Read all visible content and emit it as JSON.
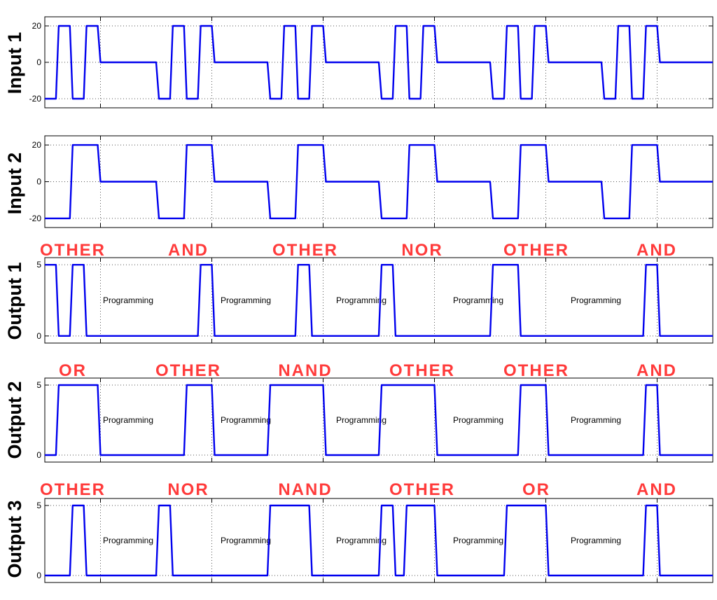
{
  "colors": {
    "trace": "#0000ee",
    "gate_label": "#ff3b3b",
    "grid": "#555555",
    "axes": "#000000"
  },
  "chart_data": [
    {
      "type": "line",
      "ylabel": "Input 1",
      "xlim": [
        0,
        12
      ],
      "ylim": [
        -25,
        25
      ],
      "yticks": [
        -20,
        0,
        20
      ],
      "ytick_labels": [
        "-20",
        "0",
        "20"
      ],
      "grid": true,
      "gate_labels": [],
      "annotations": [],
      "series": [
        {
          "x": [
            0,
            0.2,
            0.25,
            0.45,
            0.5,
            0.7,
            0.75,
            0.95,
            1.0,
            2.0,
            2.05,
            2.25,
            2.3,
            2.5,
            2.55,
            2.75,
            2.8,
            3.0,
            3.05,
            4.0,
            4.05,
            4.25,
            4.3,
            4.5,
            4.55,
            4.75,
            4.8,
            5.0,
            5.05,
            6.0,
            6.05,
            6.25,
            6.3,
            6.5,
            6.55,
            6.75,
            6.8,
            7.0,
            7.05,
            8.0,
            8.05,
            8.25,
            8.3,
            8.5,
            8.55,
            8.75,
            8.8,
            9.0,
            9.05,
            10.0,
            10.05,
            10.25,
            10.3,
            10.5,
            10.55,
            10.75,
            10.8,
            11.0,
            11.05,
            12.0
          ],
          "y": [
            -20,
            -20,
            20,
            20,
            -20,
            -20,
            20,
            20,
            0,
            0,
            -20,
            -20,
            20,
            20,
            -20,
            -20,
            20,
            20,
            0,
            0,
            -20,
            -20,
            20,
            20,
            -20,
            -20,
            20,
            20,
            0,
            0,
            -20,
            -20,
            20,
            20,
            -20,
            -20,
            20,
            20,
            0,
            0,
            -20,
            -20,
            20,
            20,
            -20,
            -20,
            20,
            20,
            0,
            0,
            -20,
            -20,
            20,
            20,
            -20,
            -20,
            20,
            20,
            0,
            0
          ]
        }
      ]
    },
    {
      "type": "line",
      "ylabel": "Input 2",
      "xlim": [
        0,
        12
      ],
      "ylim": [
        -25,
        25
      ],
      "yticks": [
        -20,
        0,
        20
      ],
      "ytick_labels": [
        "-20",
        "0",
        "20"
      ],
      "grid": true,
      "gate_labels": [],
      "annotations": [],
      "series": [
        {
          "x": [
            0,
            0.45,
            0.5,
            0.95,
            1.0,
            2.0,
            2.05,
            2.5,
            2.55,
            3.0,
            3.05,
            4.0,
            4.05,
            4.5,
            4.55,
            5.0,
            5.05,
            6.0,
            6.05,
            6.5,
            6.55,
            7.0,
            7.05,
            8.0,
            8.05,
            8.5,
            8.55,
            9.0,
            9.05,
            10.0,
            10.05,
            10.5,
            10.55,
            11.0,
            11.05,
            12.0
          ],
          "y": [
            -20,
            -20,
            20,
            20,
            0,
            0,
            -20,
            -20,
            20,
            20,
            0,
            0,
            -20,
            -20,
            20,
            20,
            0,
            0,
            -20,
            -20,
            20,
            20,
            0,
            0,
            -20,
            -20,
            20,
            20,
            0,
            0,
            -20,
            -20,
            20,
            20,
            0,
            0
          ]
        }
      ]
    },
    {
      "type": "line",
      "ylabel": "Output 1",
      "xlim": [
        0,
        12
      ],
      "ylim": [
        -0.5,
        5.5
      ],
      "yticks": [
        0,
        5
      ],
      "ytick_labels": [
        "0",
        "5"
      ],
      "grid": true,
      "gate_labels": [
        "OTHER",
        "AND",
        "OTHER",
        "NOR",
        "OTHER",
        "AND"
      ],
      "annotations": [
        "Programming",
        "Programming",
        "Programming",
        "Programming",
        "Programming"
      ],
      "series": [
        {
          "x": [
            0,
            0.2,
            0.25,
            0.45,
            0.5,
            0.7,
            0.75,
            2.75,
            2.8,
            3.0,
            3.05,
            4.5,
            4.55,
            4.75,
            4.8,
            6.0,
            6.05,
            6.25,
            6.3,
            8.0,
            8.05,
            8.5,
            8.55,
            10.75,
            10.8,
            11.0,
            11.05,
            12.0
          ],
          "y": [
            5,
            5,
            0,
            0,
            5,
            5,
            0,
            0,
            5,
            5,
            0,
            0,
            5,
            5,
            0,
            0,
            5,
            5,
            0,
            0,
            5,
            5,
            0,
            0,
            5,
            5,
            0,
            0
          ]
        }
      ]
    },
    {
      "type": "line",
      "ylabel": "Output 2",
      "xlim": [
        0,
        12
      ],
      "ylim": [
        -0.5,
        5.5
      ],
      "yticks": [
        0,
        5
      ],
      "ytick_labels": [
        "0",
        "5"
      ],
      "grid": true,
      "gate_labels": [
        "OR",
        "OTHER",
        "NAND",
        "OTHER",
        "OTHER",
        "AND"
      ],
      "annotations": [
        "Programming",
        "Programming",
        "Programming",
        "Programming",
        "Programming"
      ],
      "series": [
        {
          "x": [
            0,
            0.2,
            0.25,
            0.95,
            1.0,
            2.5,
            2.55,
            3.0,
            3.05,
            4.0,
            4.05,
            5.0,
            5.05,
            6.0,
            6.05,
            7.0,
            7.05,
            8.5,
            8.55,
            9.0,
            9.05,
            10.75,
            10.8,
            11.0,
            11.05,
            12.0
          ],
          "y": [
            0,
            0,
            5,
            5,
            0,
            0,
            5,
            5,
            0,
            0,
            5,
            5,
            0,
            0,
            5,
            5,
            0,
            0,
            5,
            5,
            0,
            0,
            5,
            5,
            0,
            0
          ]
        }
      ]
    },
    {
      "type": "line",
      "ylabel": "Output 3",
      "xlim": [
        0,
        12
      ],
      "ylim": [
        -0.5,
        5.5
      ],
      "yticks": [
        0,
        5
      ],
      "ytick_labels": [
        "0",
        "5"
      ],
      "grid": true,
      "gate_labels": [
        "OTHER",
        "NOR",
        "NAND",
        "OTHER",
        "OR",
        "AND"
      ],
      "annotations": [
        "Programming",
        "Programming",
        "Programming",
        "Programming",
        "Programming"
      ],
      "series": [
        {
          "x": [
            0,
            0.45,
            0.5,
            0.7,
            0.75,
            2.0,
            2.05,
            2.25,
            2.3,
            4.0,
            4.05,
            4.75,
            4.8,
            6.0,
            6.05,
            6.25,
            6.3,
            6.45,
            6.5,
            7.0,
            7.05,
            8.25,
            8.3,
            9.0,
            9.05,
            10.75,
            10.8,
            11.0,
            11.05,
            12.0
          ],
          "y": [
            0,
            0,
            5,
            5,
            0,
            0,
            5,
            5,
            0,
            0,
            5,
            5,
            0,
            0,
            5,
            5,
            0,
            0,
            5,
            5,
            0,
            0,
            5,
            5,
            0,
            0,
            5,
            5,
            0,
            0
          ]
        }
      ]
    }
  ]
}
